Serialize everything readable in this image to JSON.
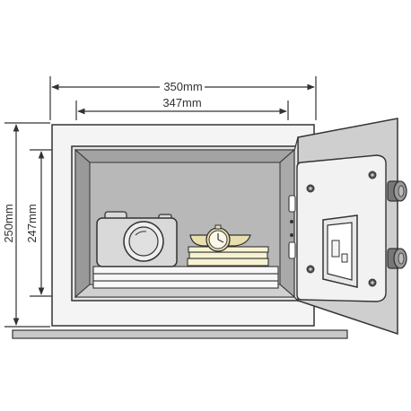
{
  "dimensions": {
    "outer_width": "350mm",
    "inner_width": "347mm",
    "outer_height": "250mm",
    "inner_height": "247mm"
  },
  "icons": {
    "camera": "camera-icon",
    "watch": "wristwatch-icon",
    "documents": "document-stack-icon",
    "keypad": "keypad-icon",
    "knob": "knob-icon"
  },
  "colors": {
    "line": "#333333",
    "body": "#f4f4f4",
    "interior": "#b8b8b8",
    "door": "#cfcfcf",
    "door_panel": "#f2f2f2",
    "floor": "#c8c8c8",
    "camera": "#d9d9d9",
    "watch": "#e8dfae",
    "books": "#f7f2d2"
  }
}
